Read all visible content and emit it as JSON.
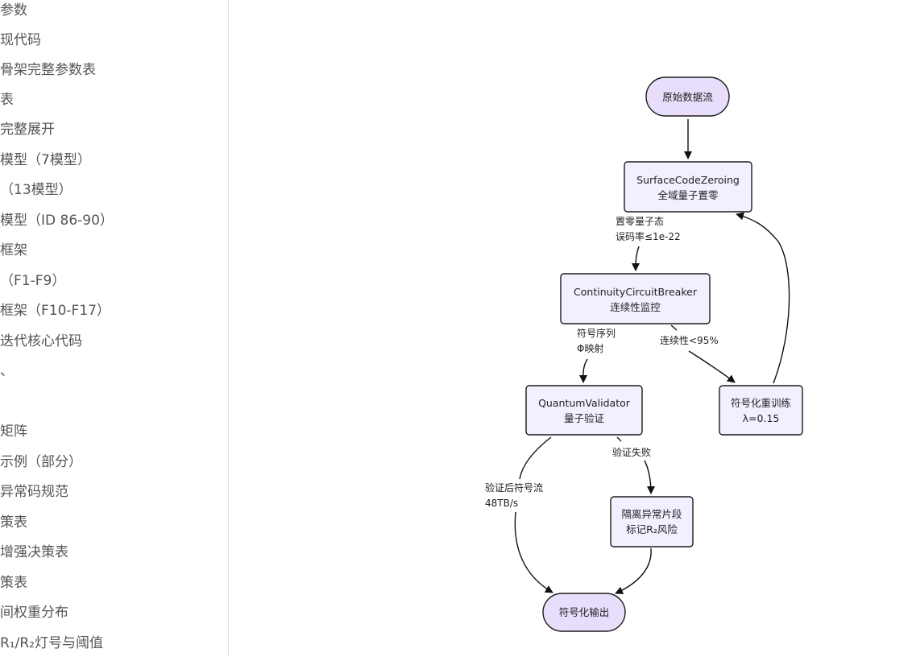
{
  "sidebar": {
    "items": [
      {
        "label": "参数"
      },
      {
        "label": "现代码"
      },
      {
        "label": "骨架完整参数表"
      },
      {
        "label": "表"
      },
      {
        "label": "完整展开"
      },
      {
        "label": "模型（7模型）"
      },
      {
        "label": "（13模型）"
      },
      {
        "label": "模型（ID 86-90）"
      },
      {
        "label": "框架"
      },
      {
        "label": "（F1-F9）"
      },
      {
        "label": "框架（F10-F17）"
      },
      {
        "label": "迭代核心代码"
      },
      {
        "label": "、"
      },
      {
        "label": ""
      },
      {
        "label": "矩阵"
      },
      {
        "label": "示例（部分）"
      },
      {
        "label": "异常码规范"
      },
      {
        "label": "策表"
      },
      {
        "label": "增强决策表"
      },
      {
        "label": "策表"
      },
      {
        "label": "间权重分布"
      },
      {
        "label": "R₁/R₂灯号与阈值"
      }
    ]
  },
  "diagram": {
    "nodes": {
      "raw_stream": {
        "line1": "原始数据流"
      },
      "surface": {
        "line1": "SurfaceCodeZeroing",
        "line2": "全域量子置零"
      },
      "continuity": {
        "line1": "ContinuityCircuitBreaker",
        "line2": "连续性监控"
      },
      "quantum": {
        "line1": "QuantumValidator",
        "line2": "量子验证"
      },
      "retrain": {
        "line1": "符号化重训练",
        "line2": "λ=0.15"
      },
      "isolate": {
        "line1": "隔离异常片段",
        "line2": "标记R₂风险"
      },
      "output": {
        "line1": "符号化输出"
      }
    },
    "edges": {
      "zero_state": {
        "line1": "置零量子态",
        "line2": "误码率≤1e-22"
      },
      "symbol_seq": {
        "line1": "符号序列",
        "line2": "Φ映射"
      },
      "continuity_low": {
        "line1": "连续性<95%"
      },
      "validate_fail": {
        "line1": "验证失败"
      },
      "validated_stream": {
        "line1": "验证后符号流",
        "line2": "48TB/s"
      }
    }
  }
}
